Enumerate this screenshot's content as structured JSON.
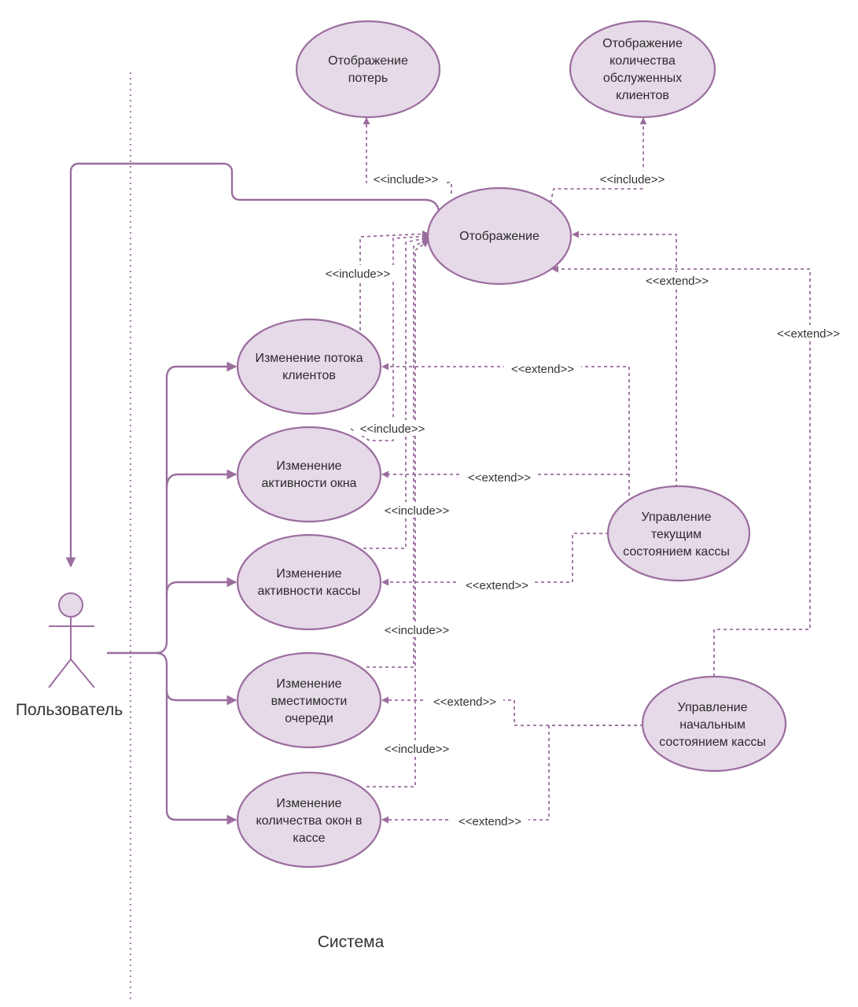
{
  "system": {
    "label": "Система"
  },
  "actor": {
    "label": "Пользователь"
  },
  "use_cases": {
    "display_losses": [
      "Отображение",
      "потерь"
    ],
    "display_served": [
      "Отображение",
      "количества",
      "обслуженных",
      "клиентов"
    ],
    "display": [
      "Отображение"
    ],
    "change_flow": [
      "Изменение потока",
      "клиентов"
    ],
    "change_window": [
      "Изменение",
      "активности окна"
    ],
    "change_cash": [
      "Изменение",
      "активности кассы"
    ],
    "change_queue": [
      "Изменение",
      "вместимости",
      "очереди"
    ],
    "change_windows_count": [
      "Изменение",
      "количества окон в",
      "кассе"
    ],
    "manage_current": [
      "Управление",
      "текущим",
      "состоянием кассы"
    ],
    "manage_initial": [
      "Управление",
      "начальным",
      "состоянием кассы"
    ]
  },
  "relations": {
    "include_losses": "<<include>>",
    "include_served": "<<include>>",
    "include_flow": "<<include>>",
    "include_window": "<<include>>",
    "include_cash": "<<include>>",
    "include_queue": "<<include>>",
    "include_count": "<<include>>",
    "extend_current_display": "<<extend>>",
    "extend_initial_display": "<<extend>>",
    "extend_flow": "<<extend>>",
    "extend_window": "<<extend>>",
    "extend_cash": "<<extend>>",
    "extend_queue": "<<extend>>",
    "extend_count": "<<extend>>"
  },
  "colors": {
    "use_case_fill": "#e6d9e8",
    "line": "#9b6d9e",
    "text": "#2b2b2b"
  }
}
